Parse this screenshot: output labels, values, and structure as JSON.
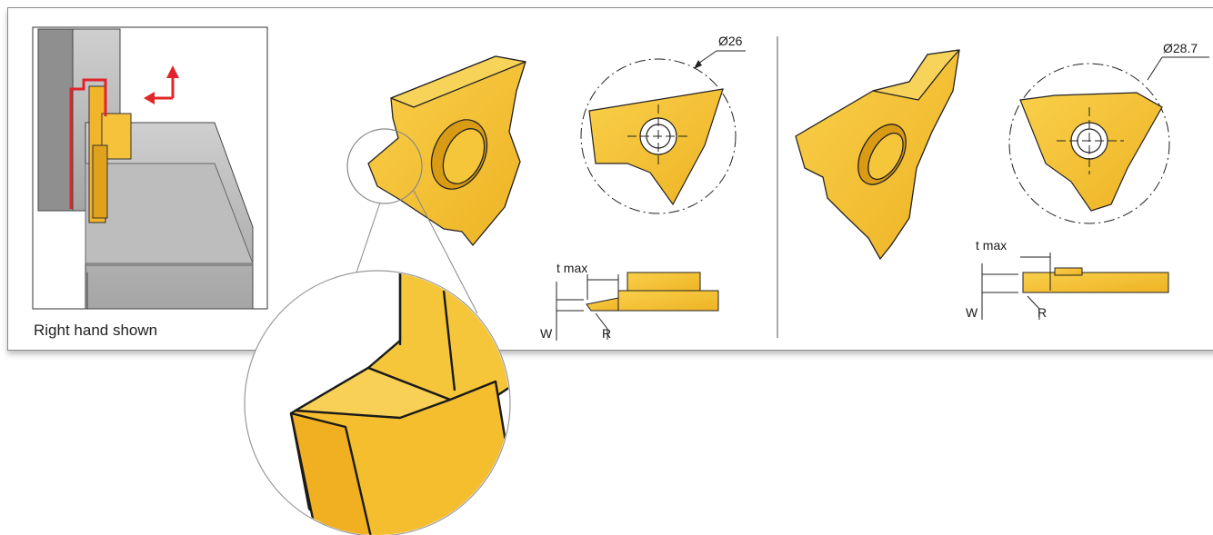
{
  "caption": "Right hand shown",
  "left_insert": {
    "diameter": "Ø26",
    "t_max": "t max",
    "w": "W",
    "r": "R"
  },
  "right_insert": {
    "diameter": "Ø28.7",
    "t_max": "t max",
    "w": "W",
    "r": "R"
  },
  "colors": {
    "insert_gold": "#f5bf32",
    "insert_shadow": "#d99a14",
    "toolpath_red": "#e1262b",
    "frame_border": "#8a8a8a"
  }
}
